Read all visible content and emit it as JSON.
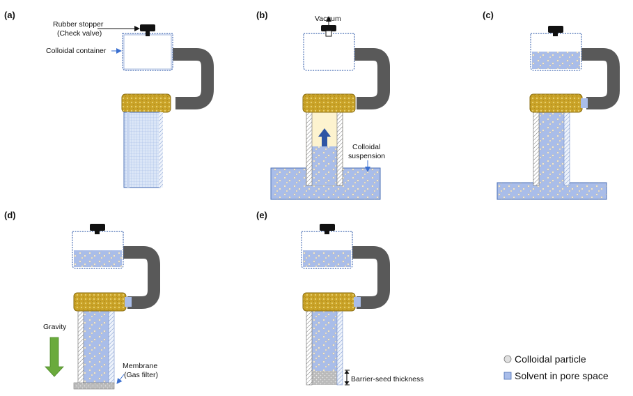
{
  "panels": {
    "a": "(a)",
    "b": "(b)",
    "c": "(c)",
    "d": "(d)",
    "e": "(e)"
  },
  "labels": {
    "rubber_stopper_line1": "Rubber stopper",
    "rubber_stopper_line2": "(Check valve)",
    "colloidal_container": "Colloidal container",
    "vacuum": "Vacuum",
    "colloidal_suspension_line1": "Colloidal",
    "colloidal_suspension_line2": "suspension",
    "gravity": "Gravity",
    "membrane_line1": "Membrane",
    "membrane_line2": "(Gas filter)",
    "barrier_seed": "Barrier-seed thickness"
  },
  "legend": {
    "particle": "Colloidal particle",
    "solvent": "Solvent in pore space"
  },
  "colors": {
    "solvent": "#a9bde9",
    "container_outline": "#4a6fb5",
    "tube": "#595959",
    "sleeve": "#c9a227",
    "stopper": "#111111",
    "gravity_arrow": "#6aaa3c",
    "flow_arrow": "#3a5fa8"
  }
}
